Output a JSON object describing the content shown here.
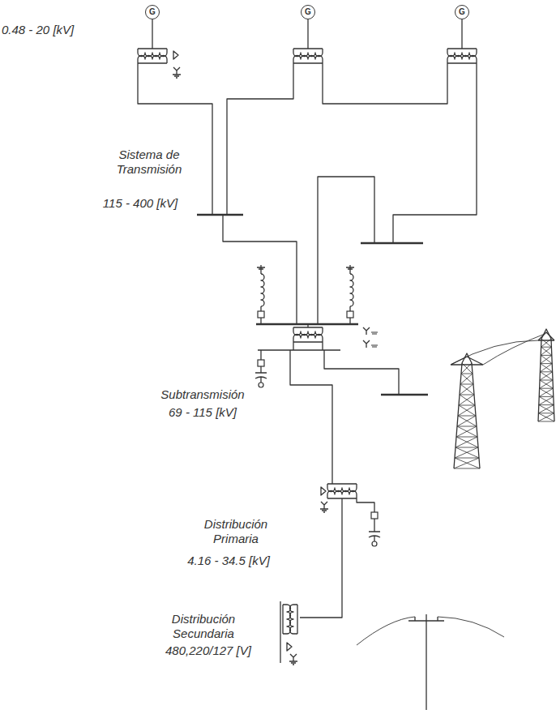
{
  "diagram": {
    "nodes": [
      {
        "text": [
          "G"
        ]
      },
      {
        "text": [
          "G"
        ]
      },
      {
        "text": [
          "G"
        ]
      }
    ],
    "labels": [
      "0.48 - 20 [kV]",
      "Sistema de Transmisión",
      "115 - 400 [kV]",
      "Subtransmisión",
      "69 - 115 [kV]",
      "Distribución Primaria",
      "4.16 - 34.5 [kV]",
      "Distribución Secundaria",
      "480,220/127 [V]"
    ]
  }
}
